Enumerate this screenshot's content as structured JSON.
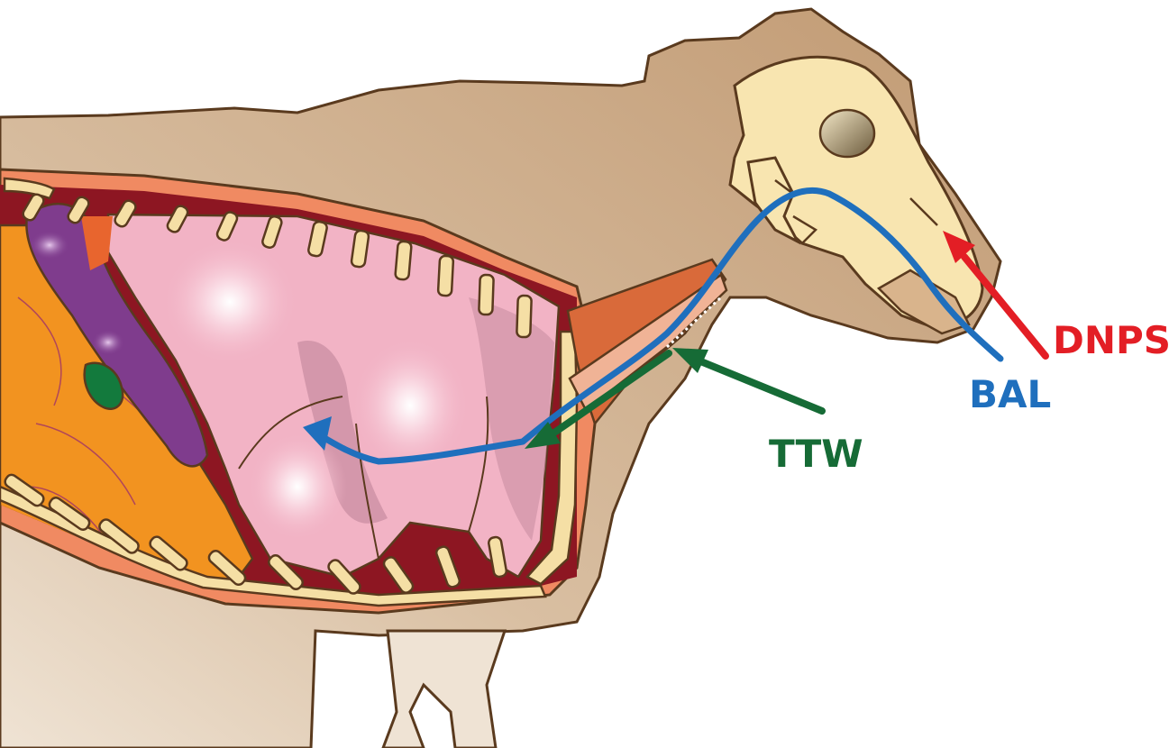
{
  "labels": {
    "dnps": {
      "text": "DNPS",
      "color": "#e31e25"
    },
    "bal": {
      "text": "BAL",
      "color": "#1f6fbd"
    },
    "ttw": {
      "text": "TTW",
      "color": "#166b36"
    }
  },
  "colors": {
    "hide": "#c9a583",
    "hide_light": "#efe3d4",
    "skull": "#f8e5b0",
    "rib": "#f5dfa5",
    "outline": "#5a3a1e",
    "body_wall": "#f08a62",
    "lung": "#f2b3c5",
    "lung_shadow": "#c98ea2",
    "liver": "#f29320",
    "diaphragm": "#7f3c8d",
    "gallbladder": "#137a3d",
    "heart_space": "#8d1622",
    "trachea": "#f0b396",
    "esophagus": "#d96a3a"
  },
  "icons": [
    "sheep-body-silhouette",
    "skull",
    "thoracic-cavity",
    "lung",
    "rib",
    "liver",
    "diaphragm",
    "gallbladder",
    "trachea"
  ]
}
